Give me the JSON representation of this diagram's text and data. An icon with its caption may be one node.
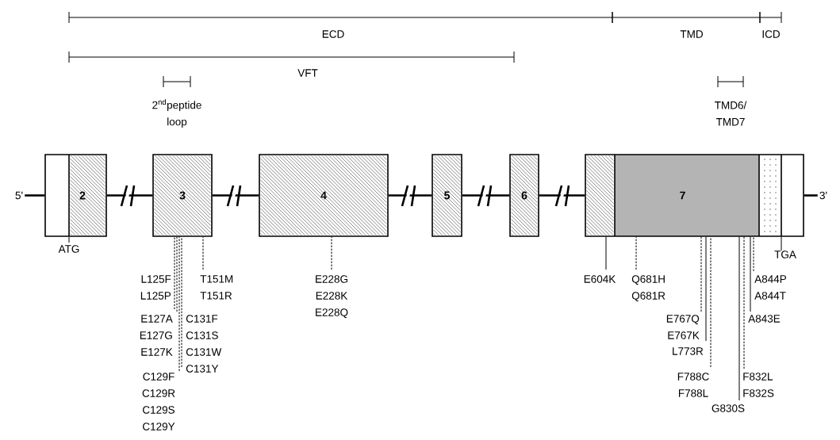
{
  "diagram": {
    "nodes": [
      {
        "text": [
          "5'"
        ]
      },
      {
        "text": [
          "2"
        ]
      },
      {
        "text": [
          "3"
        ]
      },
      {
        "text": [
          "4"
        ]
      },
      {
        "text": [
          "5"
        ]
      },
      {
        "text": [
          "6"
        ]
      },
      {
        "text": [
          "7"
        ]
      },
      {
        "text": [
          "3'"
        ]
      },
      {
        "text": [
          "ATG"
        ]
      },
      {
        "text": [
          "L125F",
          "L125P"
        ]
      },
      {
        "text": [
          "E127A",
          "E127G",
          "E127K"
        ]
      },
      {
        "text": [
          "C129F",
          "C129R",
          "C129S",
          "C129Y"
        ]
      },
      {
        "text": [
          "C131F",
          "C131S",
          "C131W",
          "C131Y"
        ]
      },
      {
        "text": [
          "T151M",
          "T151R"
        ]
      },
      {
        "text": [
          "E228G",
          "E228K",
          "E228Q"
        ]
      },
      {
        "text": [
          "E604K"
        ]
      },
      {
        "text": [
          "Q681H",
          "Q681R"
        ]
      },
      {
        "text": [
          "E767Q",
          "E767K"
        ]
      },
      {
        "text": [
          "L773R"
        ]
      },
      {
        "text": [
          "F788C",
          "F788L"
        ]
      },
      {
        "text": [
          "G830S"
        ]
      },
      {
        "text": [
          "F832L",
          "F832S"
        ]
      },
      {
        "text": [
          "A843E"
        ]
      },
      {
        "text": [
          "A844P",
          "A844T"
        ]
      },
      {
        "text": [
          "TGA"
        ]
      }
    ],
    "edges": [
      {
        "from": 0,
        "to": 1,
        "arrow": "none",
        "style": "thick"
      },
      {
        "from": 1,
        "to": 2,
        "arrow": "none",
        "style": "thick"
      },
      {
        "from": 2,
        "to": 3,
        "arrow": "none",
        "style": "thick"
      },
      {
        "from": 3,
        "to": 4,
        "arrow": "none",
        "style": "thick"
      },
      {
        "from": 4,
        "to": 5,
        "arrow": "none",
        "style": "thick"
      },
      {
        "from": 5,
        "to": 6,
        "arrow": "none",
        "style": "thick"
      },
      {
        "from": 6,
        "to": 7,
        "arrow": "none",
        "style": "thick"
      },
      {
        "from": 8,
        "to": 1,
        "arrow": "none"
      },
      {
        "from": 9,
        "to": 2,
        "arrow": "none",
        "style": "dashed"
      },
      {
        "from": 10,
        "to": 2,
        "arrow": "none",
        "style": "dashed"
      },
      {
        "from": 11,
        "to": 2,
        "arrow": "none",
        "style": "dashed"
      },
      {
        "from": 12,
        "to": 2,
        "arrow": "none",
        "style": "dashed"
      },
      {
        "from": 13,
        "to": 2,
        "arrow": "none",
        "style": "dashed"
      },
      {
        "from": 14,
        "to": 3,
        "arrow": "none",
        "style": "dashed"
      },
      {
        "from": 15,
        "to": 6,
        "arrow": "none"
      },
      {
        "from": 16,
        "to": 6,
        "arrow": "none",
        "style": "dashed"
      },
      {
        "from": 17,
        "to": 6,
        "arrow": "none",
        "style": "dashed"
      },
      {
        "from": 18,
        "to": 6,
        "arrow": "none"
      },
      {
        "from": 19,
        "to": 6,
        "arrow": "none",
        "style": "dashed"
      },
      {
        "from": 20,
        "to": 6,
        "arrow": "none"
      },
      {
        "from": 21,
        "to": 6,
        "arrow": "none",
        "style": "dashed"
      },
      {
        "from": 22,
        "to": 6,
        "arrow": "none"
      },
      {
        "from": 23,
        "to": 6,
        "arrow": "none",
        "style": "dashed"
      },
      {
        "from": 24,
        "to": 6,
        "arrow": "none"
      }
    ],
    "labels": [
      "ECD",
      "TMD",
      "ICD",
      "VFT",
      "2$^{nd}$peptide loop",
      "TMD6/ TMD7"
    ]
  }
}
